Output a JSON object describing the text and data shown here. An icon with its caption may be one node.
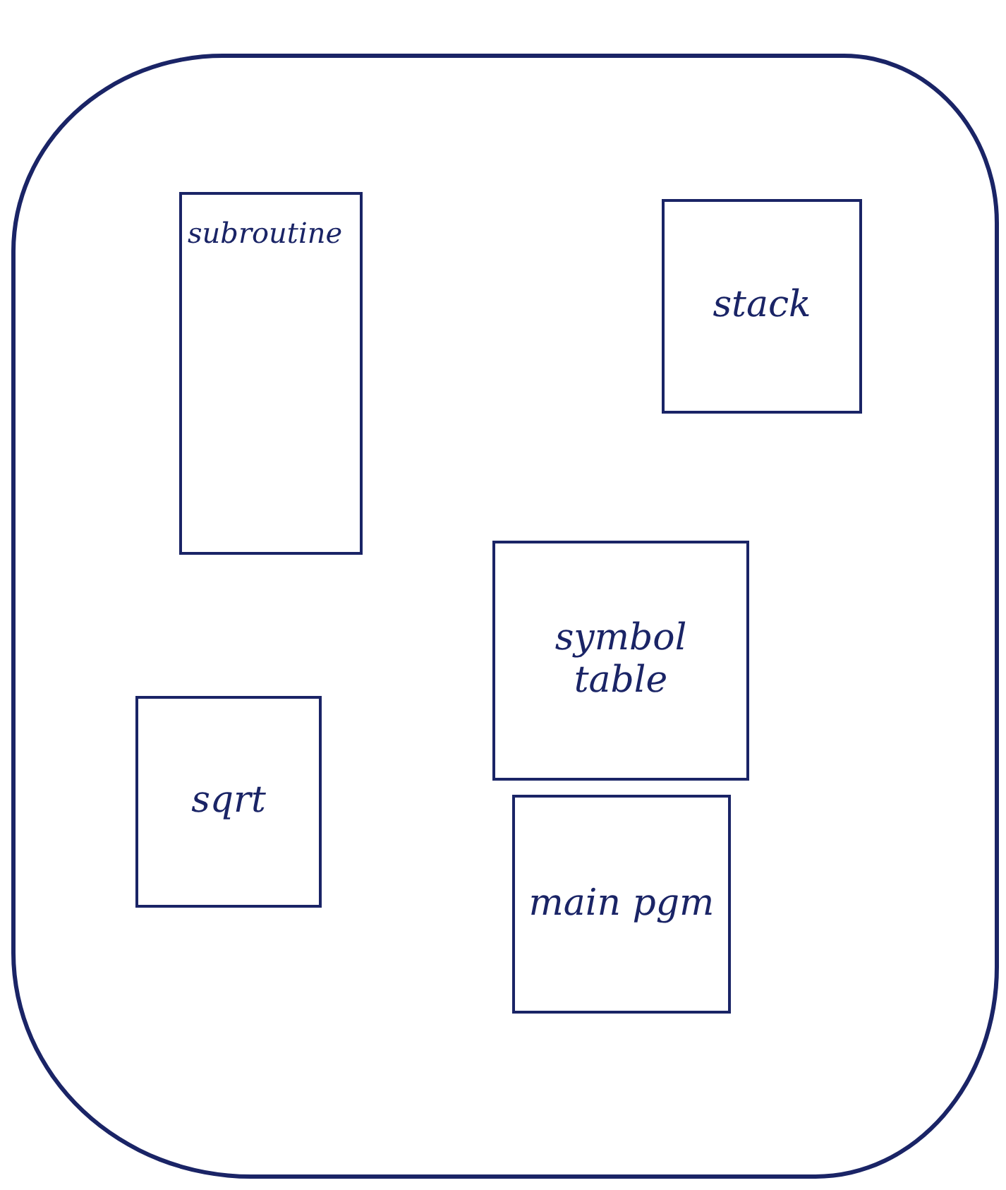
{
  "diagram": {
    "nodes": [
      {
        "text": [],
        "shape": "box"
      },
      {
        "text": [
          "subroutine"
        ],
        "in": 0
      },
      {
        "text": [
          "stack"
        ],
        "in": 0
      },
      {
        "text": [
          "symbol table"
        ],
        "in": 0
      },
      {
        "text": [
          "sqrt"
        ],
        "in": 0
      },
      {
        "text": [
          "main pgm"
        ],
        "in": 0
      }
    ]
  }
}
